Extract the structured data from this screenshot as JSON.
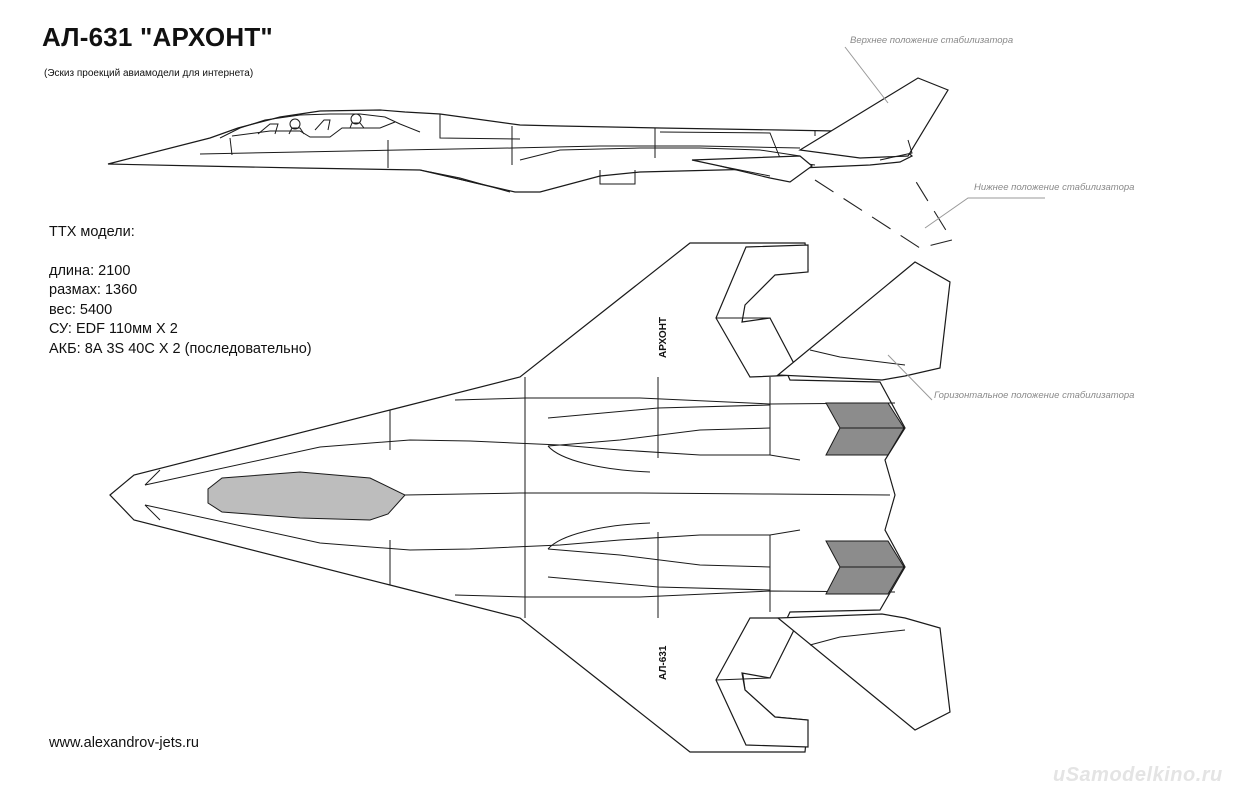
{
  "header": {
    "title": "АЛ-631 \"АРХОНТ\"",
    "subtitle": "(Эскиз проекций авиамодели для интернета)"
  },
  "specs": {
    "heading": "ТТХ модели:",
    "lines": [
      "длина: 2100",
      "размах: 1360",
      "вес: 5400",
      "СУ: EDF 110мм Х 2",
      "АКБ: 8А 3S 40C X 2 (последовательно)"
    ]
  },
  "annotations": {
    "upper_stabilizer": "Верхнее положение стабилизатора",
    "lower_stabilizer": "Нижнее положение стабилизатора",
    "horizontal_stabilizer": "Горизонтальное положение стабилизатора"
  },
  "wing_labels": {
    "upper": "АРХОНТ",
    "lower": "АЛ-631"
  },
  "footer": {
    "website": "www.alexandrov-jets.ru",
    "watermark": "uSamodelkino.ru"
  }
}
